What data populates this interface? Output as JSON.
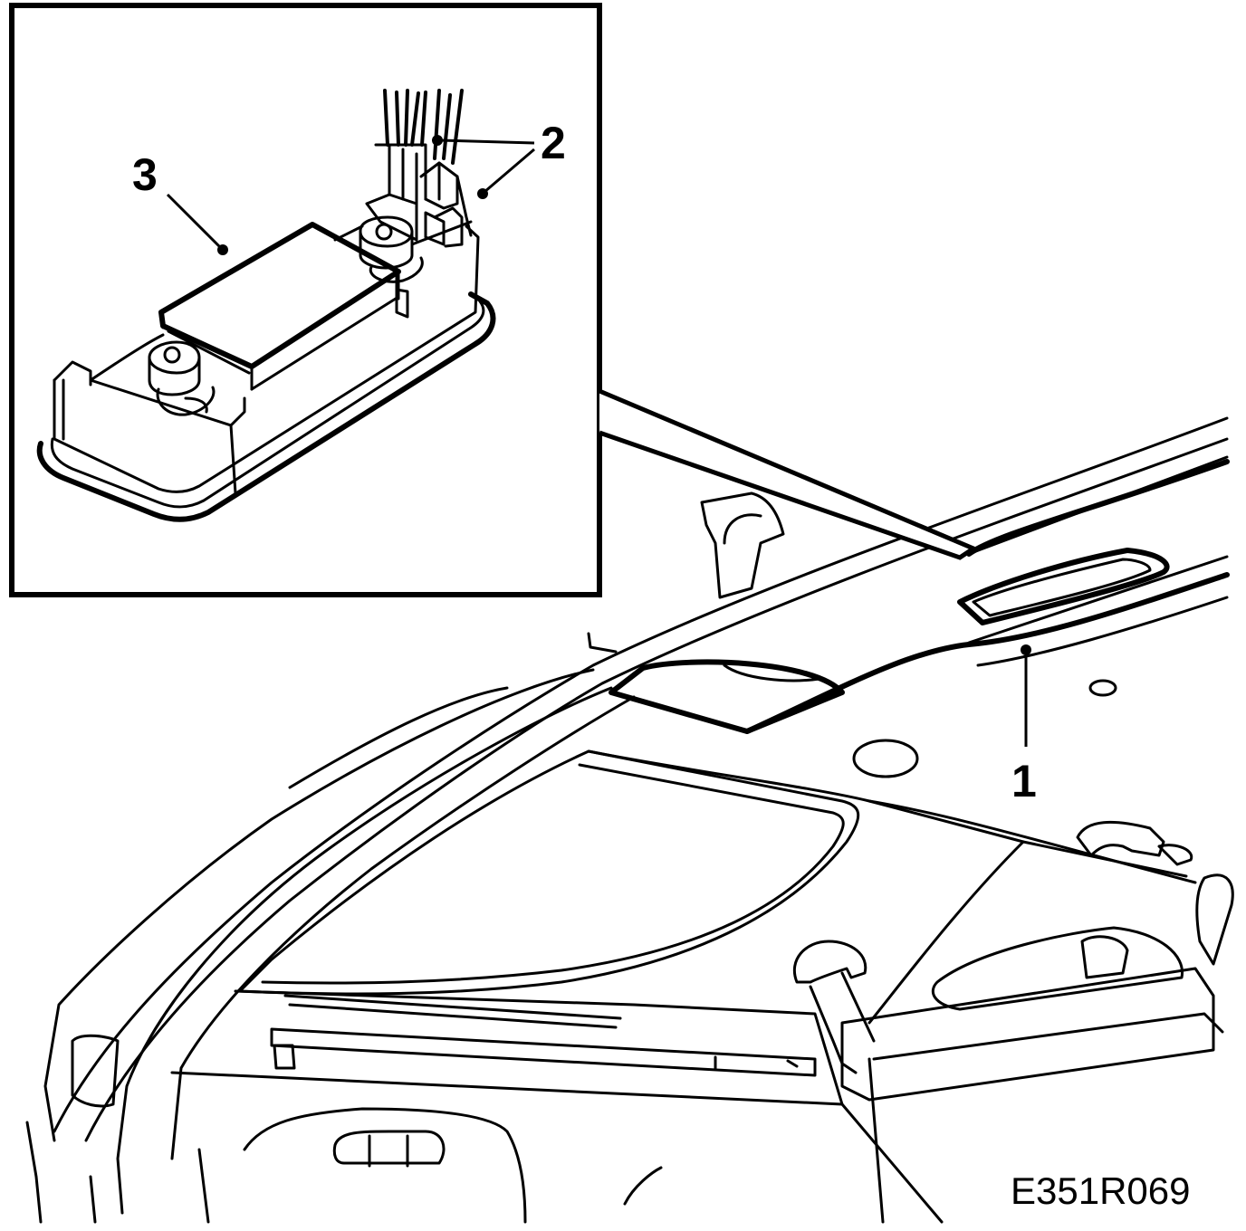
{
  "figure": {
    "id_label": "E351R069",
    "callouts": {
      "c1": "1",
      "c2": "2",
      "c3": "3"
    }
  },
  "colors": {
    "line": "#000000",
    "background": "#ffffff"
  },
  "parts": {
    "roof_lining": "headliner-icon",
    "interior_lamp": "interior-lamp-icon",
    "connector": "wiring-connector-icon"
  }
}
